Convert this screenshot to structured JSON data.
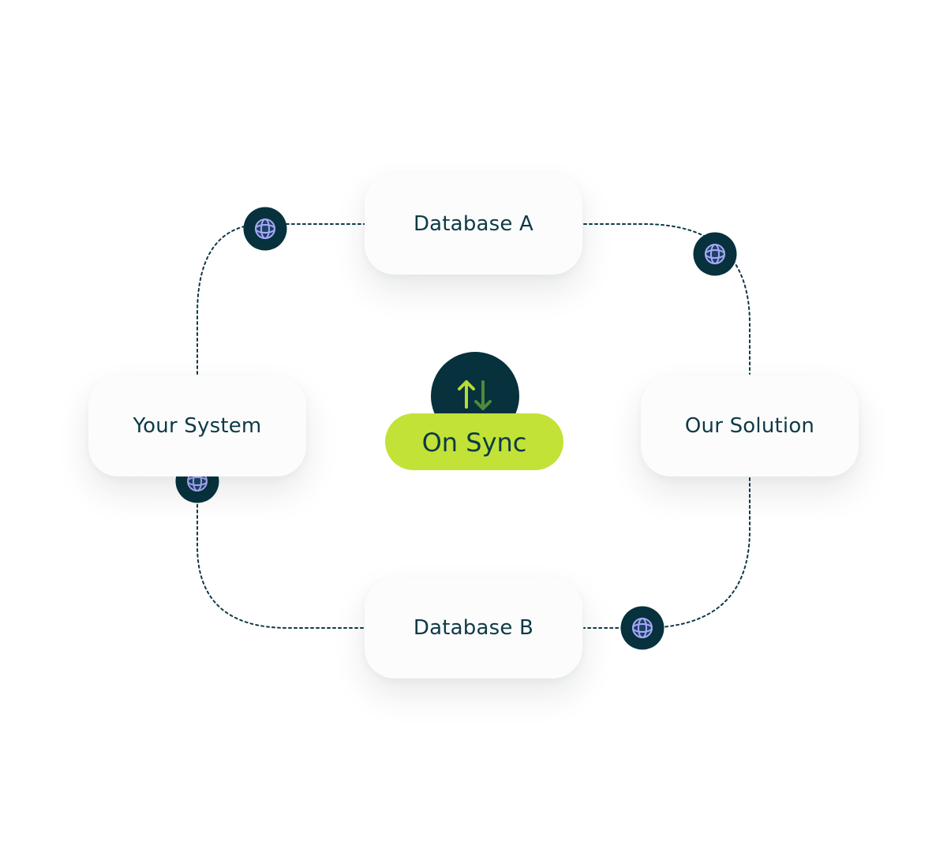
{
  "nodes": {
    "database_a": "Database A",
    "your_system": "Your System",
    "our_solution": "Our Solution",
    "database_b": "Database B"
  },
  "center": {
    "label": "On Sync",
    "icon": "sync-arrows-icon"
  },
  "connector_icon": "globe-icon",
  "colors": {
    "node_text": "#0d3a45",
    "dark_circle": "#06313d",
    "accent": "#c2e237",
    "globe_stroke": "#a7a9f5",
    "arrow_up": "#b6db34",
    "arrow_down": "#4f8a3a"
  }
}
